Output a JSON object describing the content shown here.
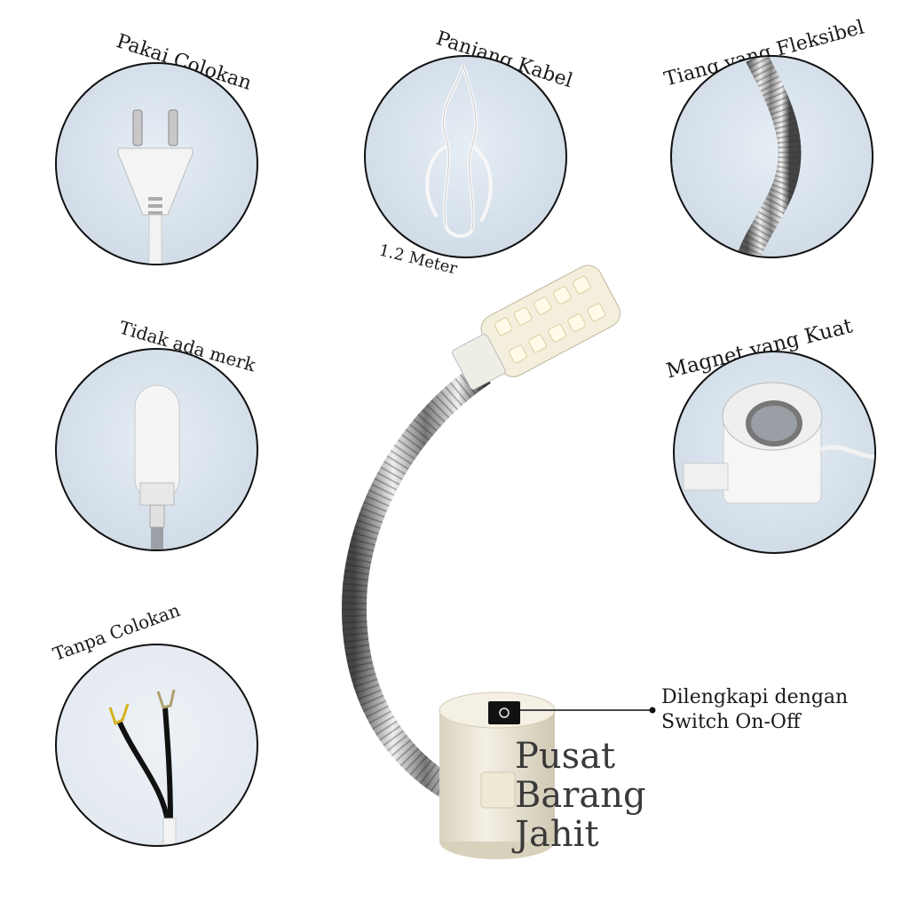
{
  "features": {
    "plug": {
      "label": "Pakai Colokan"
    },
    "cable": {
      "label": "Panjang Kabel",
      "note": "1.2 Meter"
    },
    "flex": {
      "label": "Tiang yang Fleksibel"
    },
    "nobrand": {
      "label": "Tidak ada merk"
    },
    "magnet": {
      "label": "Magnet yang Kuat"
    },
    "noplug": {
      "label": "Tanpa Colokan"
    }
  },
  "switch_note": {
    "line1": "Dilengkapi dengan",
    "line2": "Switch On-Off"
  },
  "brand": {
    "line1": "Pusat",
    "line2": "Barang",
    "line3": "Jahit"
  }
}
